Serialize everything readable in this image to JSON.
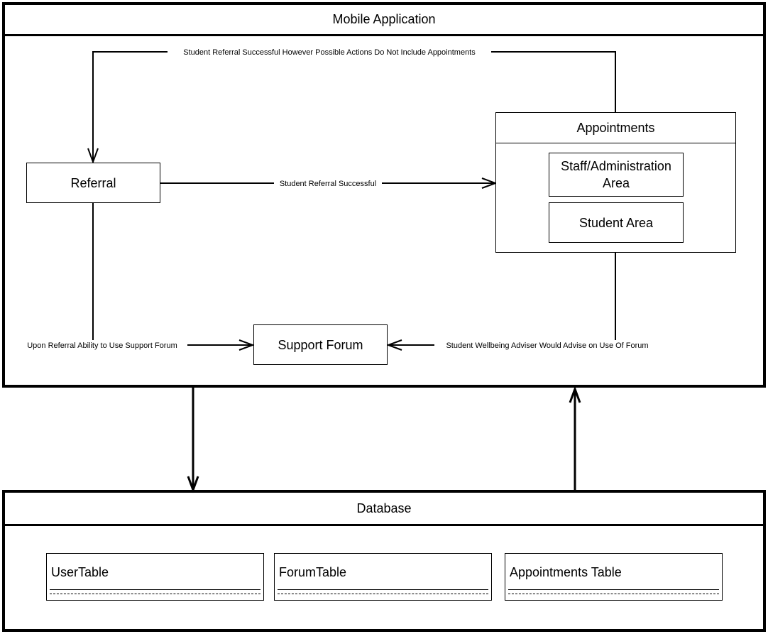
{
  "mobile_app": {
    "title": "Mobile Application",
    "referral": "Referral",
    "support_forum": "Support Forum",
    "appointments": {
      "title": "Appointments",
      "staff_area": "Staff/Administration Area",
      "student_area": "Student Area"
    }
  },
  "edges": {
    "top_loop": "Student Referral Successful However Possible Actions Do Not Include Appointments",
    "referral_to_appointments": "Student Referral Successful",
    "referral_to_forum": "Upon Referral Ability to Use Support Forum",
    "appointments_to_forum": "Student Wellbeing Adviser Would Advise on Use Of Forum"
  },
  "database": {
    "title": "Database",
    "tables": [
      "UserTable",
      "ForumTable",
      "Appointments Table"
    ]
  }
}
